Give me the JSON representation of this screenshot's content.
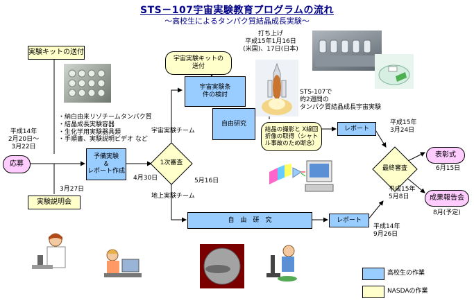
{
  "header": {
    "title": "STS－107宇宙実験教育プログラムの流れ",
    "subtitle": "～高校生によるタンパク質結晶成長実験～"
  },
  "kit_send": "実験キットの送付",
  "items": [
    "・納白由来リゾチームタンパク質",
    "・結晶成長実験容器",
    "・生化学用実験器具類",
    "・手順書、実験説明ビデオ など"
  ],
  "date_apply": "平成14年\n2月20日～\n3月22日",
  "apply": "応募",
  "date_briefing": "3月27日",
  "briefing": "実験説明会",
  "prelim": "予備実験\n＆\nレポート作成",
  "date_0430": "4月30日",
  "review1": "1次審査",
  "date_0516": "5月16日",
  "space_team": "宇宙実験チーム",
  "ground_team": "地上実験チーム",
  "space_kit_send": "宇宙実験キットの\n送付",
  "cond_review": "宇宙実験条\n件の検討",
  "free_research": "自由研究",
  "launch": "打ち上げ\n平成15年1月16日\n(米国)、17日(日本)",
  "sts_note": "STS-107で\n約2週間の\nタンパク質結晶成長宇宙実験",
  "photo_note": "結晶の撮影と X線回\n折像の取得（シャト\nル事故のため断念）",
  "report1": "レポート",
  "date_h15_0324": "平成15年\n3月24日",
  "free_research_wide": "自　由　研　究",
  "report2": "レポート",
  "date_h14_0926": "平成14年\n9月26日",
  "final_review": "最終審査",
  "date_h15_0508": "平成15年\n5月8日",
  "award": "表彰式",
  "date_0615": "6月15日",
  "results_meeting": "成果報告会",
  "date_aug": "8月(予定)",
  "legend": {
    "student": "高校生の作業",
    "nasda": "NASDAの作業"
  },
  "colors": {
    "student": "#99ccff",
    "nasda": "#ffffcc",
    "award": "#ffccff",
    "title": "#000088"
  }
}
